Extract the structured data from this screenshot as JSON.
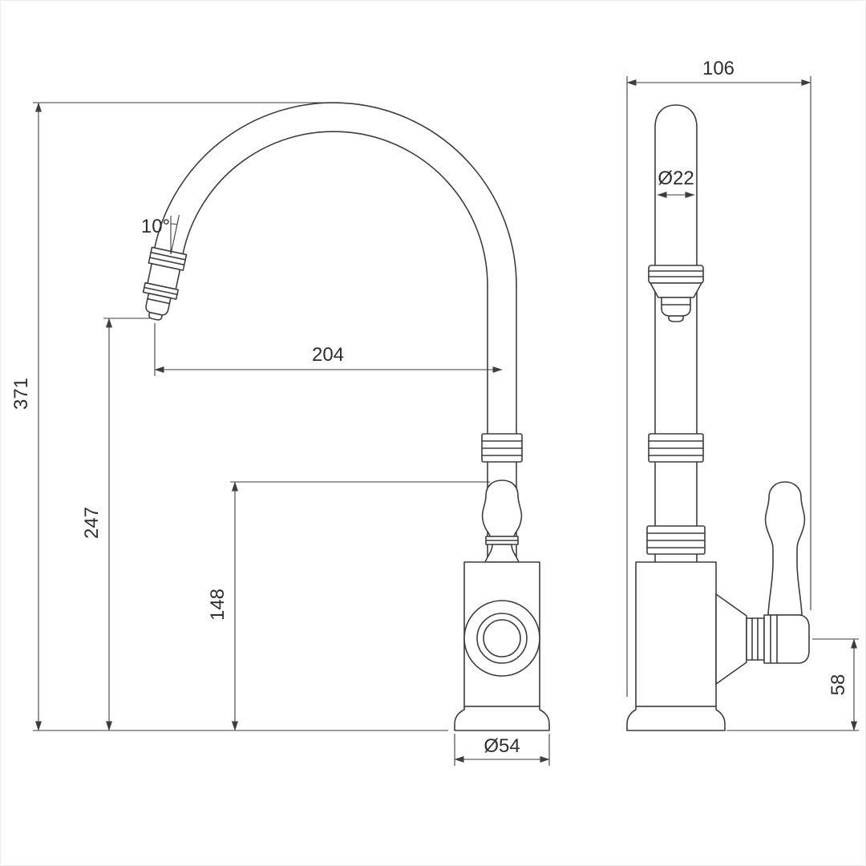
{
  "drawing": {
    "subject": "kitchen-faucet-technical-drawing-two-views",
    "views": {
      "left": "front-view",
      "right": "side-view"
    }
  },
  "colors": {
    "line": "#3d3d3d",
    "text": "#2e2e2e",
    "background": "#ffffff"
  },
  "dimensions": {
    "total_height": "371",
    "spout_outlet_height": "247",
    "handle_top_height": "148",
    "spout_reach": "204",
    "spout_angle": "10°",
    "base_diameter": "Ø54",
    "overall_depth": "106",
    "spout_tube_diameter": "Ø22",
    "handle_axis_height": "58"
  }
}
